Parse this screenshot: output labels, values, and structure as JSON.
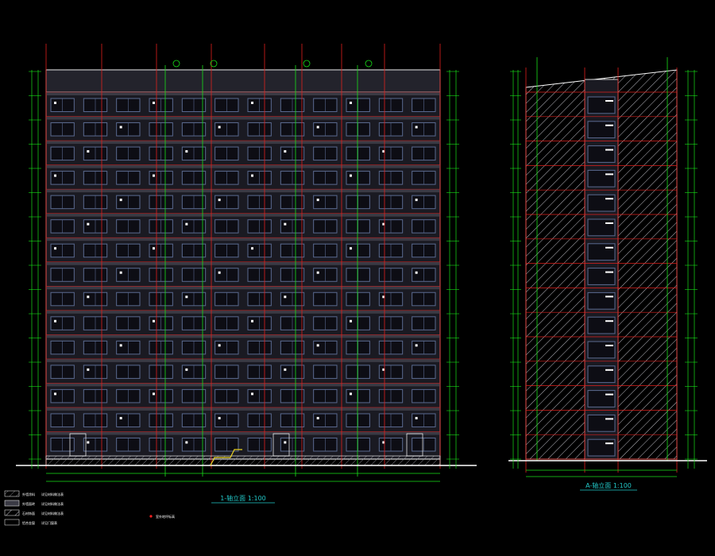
{
  "drawing": {
    "background": "#000000",
    "colors": {
      "outline": "#ffffff",
      "facade": "#1a1a22",
      "band": "#3a3a44",
      "window": "#5a6a90",
      "grid": "#e0201c",
      "dimension": "#18e018",
      "text_cyan": "#22c8c8",
      "text_white": "#ffffff",
      "hatch": "#b8b8c0",
      "marker_red": "#ff2020",
      "marker_yellow": "#e8d020"
    },
    "front_elevation": {
      "title": "1-轴立面 1:100",
      "floors": 15,
      "window_bays": 12
    },
    "side_elevation": {
      "title": "A-轴立面 1:100",
      "floors": 15
    },
    "legend": {
      "items": [
        {
          "label": "外墙涂料",
          "note": "详见材料做法表"
        },
        {
          "label": "外墙面砖",
          "note": "详见材料做法表"
        },
        {
          "label": "石材饰面",
          "note": "详见材料做法表"
        },
        {
          "label": "铝合金窗",
          "note": "详见门窗表"
        }
      ],
      "marker_label": "室外地坪标高"
    }
  }
}
